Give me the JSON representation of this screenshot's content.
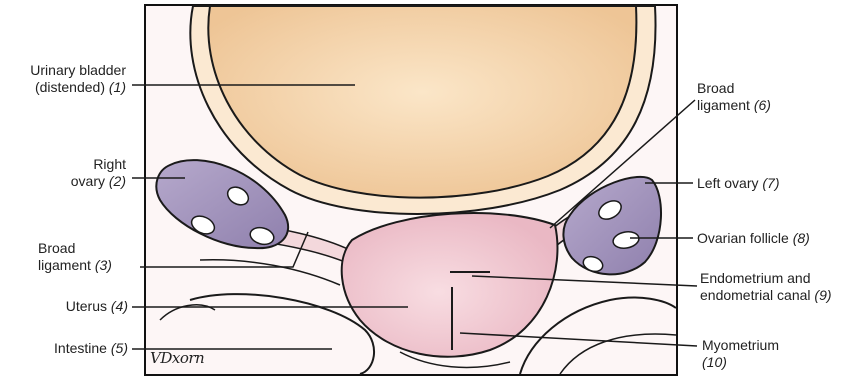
{
  "labels": {
    "bladder": {
      "line1": "Urinary bladder",
      "line2": "(distended)",
      "num": "(1)"
    },
    "right_ovary": {
      "line1": "Right",
      "line2": "ovary",
      "num": "(2)"
    },
    "broad_lig_right": {
      "line1": "Broad",
      "line2": "ligament",
      "num": "(3)"
    },
    "uterus": {
      "text": "Uterus",
      "num": "(4)"
    },
    "intestine": {
      "text": "Intestine",
      "num": "(5)"
    },
    "broad_lig_left": {
      "line1": "Broad",
      "line2": "ligament",
      "num": "(6)"
    },
    "left_ovary": {
      "text": "Left ovary",
      "num": "(7)"
    },
    "follicle": {
      "text": "Ovarian follicle",
      "num": "(8)"
    },
    "endometrium": {
      "line1": "Endometrium and",
      "line2": "endometrial canal",
      "num": "(9)"
    },
    "myometrium": {
      "line1": "Myometrium",
      "num": "(10)"
    }
  },
  "signature": "VDxorn",
  "colors": {
    "bladder": "#f5d9b4",
    "ovary": "#a89ac0",
    "uterus": "#f2c8d0",
    "outline": "#1a1a1a"
  }
}
